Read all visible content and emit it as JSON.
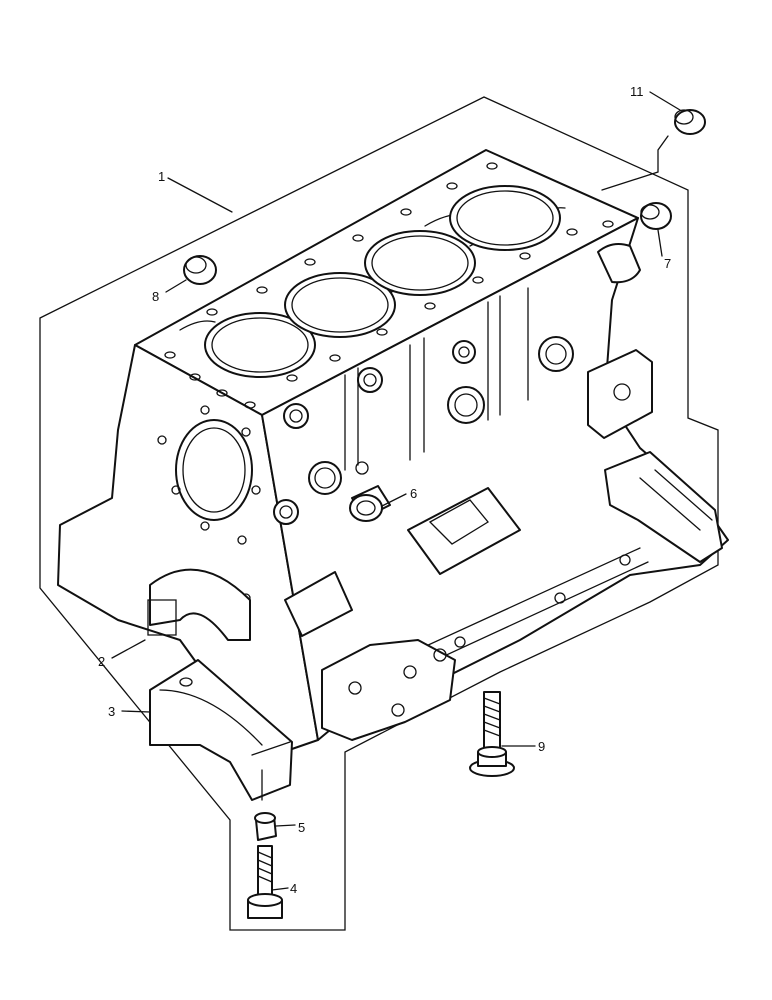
{
  "callouts": [
    {
      "id": "1",
      "text": "1"
    },
    {
      "id": "2",
      "text": "2"
    },
    {
      "id": "3",
      "text": "3"
    },
    {
      "id": "4",
      "text": "4"
    },
    {
      "id": "5",
      "text": "5"
    },
    {
      "id": "6",
      "text": "6"
    },
    {
      "id": "7",
      "text": "7"
    },
    {
      "id": "8",
      "text": "8"
    },
    {
      "id": "9",
      "text": "9"
    },
    {
      "id": "11",
      "text": "11"
    }
  ]
}
